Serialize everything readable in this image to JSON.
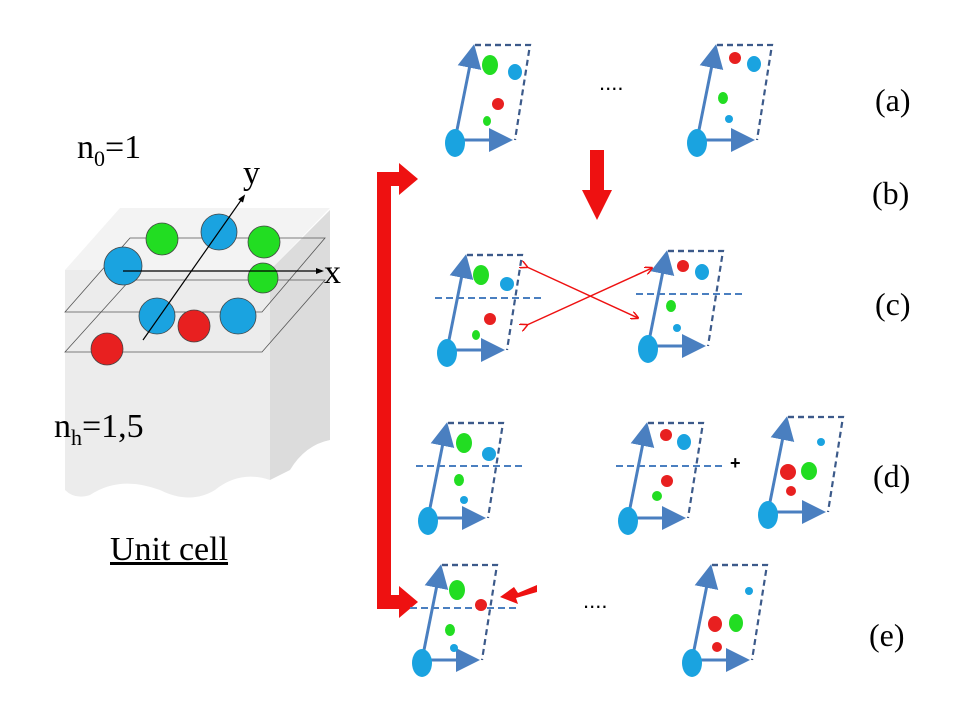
{
  "left": {
    "n0_base": "n",
    "n0_sub": "0",
    "n0_value": "=1",
    "nh_base": "n",
    "nh_sub": "h",
    "nh_value": "=1,5",
    "axis_y": "y",
    "axis_x": "x",
    "caption": "Unit cell"
  },
  "rows": {
    "a": "(a)",
    "b": "(b)",
    "c": "(c)",
    "d": "(d)",
    "e": "(e)"
  },
  "ellipsis_a": "....",
  "ellipsis_e": "....",
  "plus": "+",
  "colors": {
    "blue": "#1aa3e0",
    "green": "#22dd22",
    "red": "#e82020",
    "frame": "#4a7fc0",
    "frame_dashed": "#3c5a8a",
    "arrow_red": "#ee1111"
  }
}
